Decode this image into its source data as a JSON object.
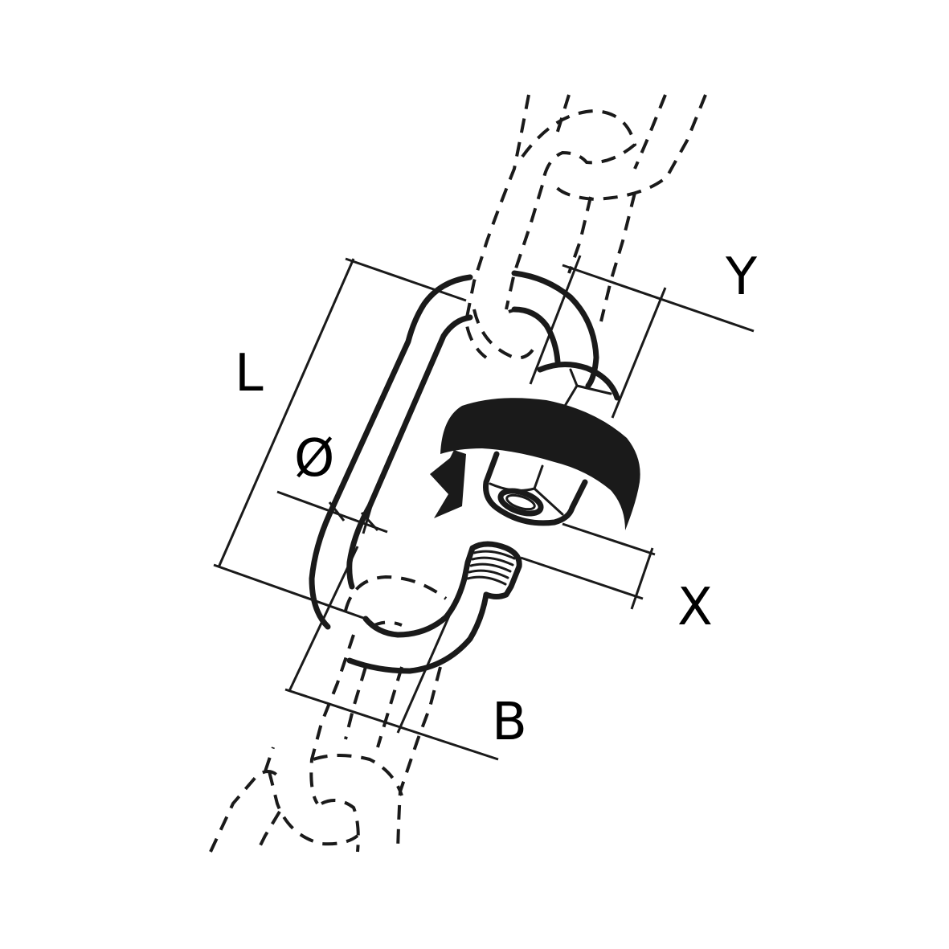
{
  "diagram": {
    "subject": "quick link chain connector",
    "background_color": "#ffffff",
    "line_color": "#1a1a1a",
    "labels": {
      "length": "L",
      "diameter": "Ø",
      "y_dim": "Y",
      "x_dim": "X",
      "b_dim": "B"
    }
  }
}
